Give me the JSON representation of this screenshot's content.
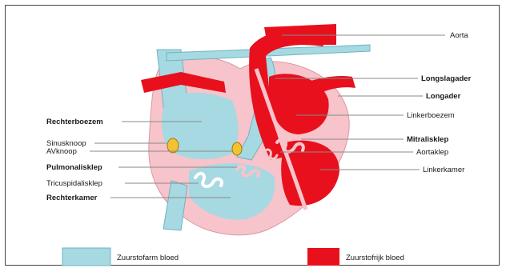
{
  "labels": {
    "left": {
      "rechterboezem": "Rechterboezem",
      "sinusknoop": "Sinusknoop",
      "avknoop": "AVknoop",
      "pulmonalisklep": "Pulmonalisklep",
      "tricuspidalisklep": "Tricuspidalisklep",
      "rechterkamer": "Rechterkamer"
    },
    "right": {
      "aorta": "Aorta",
      "longslagader": "Longslagader",
      "longader": "Longader",
      "linkerboezem": "Linkerboezem",
      "mitralisklep": "Mitralisklep",
      "aortaklep": "Aortaklep",
      "linkerkamer": "Linkerkamer"
    }
  },
  "legend": {
    "oxygen_poor": "Zuurstofarm bloed",
    "oxygen_rich": "Zuurstofrijk bloed"
  },
  "colors": {
    "oxygen_poor": "#a6d9e2",
    "oxygen_rich": "#e8101c",
    "muscle": "#f6c4ca",
    "node": "#f2c232"
  }
}
